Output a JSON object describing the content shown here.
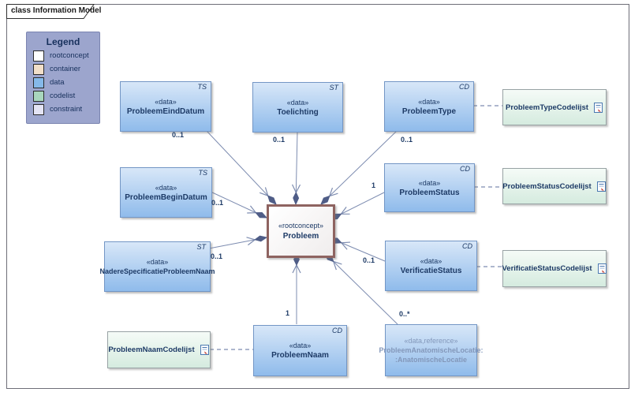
{
  "frame": {
    "label": "class Information Model"
  },
  "legend": {
    "title": "Legend",
    "items": [
      {
        "label": "rootconcept",
        "color": "#ffffff"
      },
      {
        "label": "container",
        "color": "#f2dfc9"
      },
      {
        "label": "data",
        "color": "#85b9e9"
      },
      {
        "label": "codelist",
        "color": "#a8d6bd"
      },
      {
        "label": "constraint",
        "color": "#e4e4f4"
      }
    ]
  },
  "root": {
    "stereotype": "«rootconcept»",
    "name": "Probleem"
  },
  "nodes": [
    {
      "stereotype": "«data»",
      "name": "ProbleemEindDatum",
      "tag": "TS",
      "multiplicity": "0..1"
    },
    {
      "stereotype": "«data»",
      "name": "Toelichting",
      "tag": "ST",
      "multiplicity": "0..1"
    },
    {
      "stereotype": "«data»",
      "name": "ProbleemType",
      "tag": "CD",
      "multiplicity": "0..1"
    },
    {
      "stereotype": "«data»",
      "name": "ProbleemBeginDatum",
      "tag": "TS",
      "multiplicity": "0..1"
    },
    {
      "stereotype": "«data»",
      "name": "ProbleemStatus",
      "tag": "CD",
      "multiplicity": "1"
    },
    {
      "stereotype": "«data»",
      "name": "NadereSpecificatieProbleemNaam",
      "tag": "ST",
      "multiplicity": "0..1"
    },
    {
      "stereotype": "«data»",
      "name": "VerificatieStatus",
      "tag": "CD",
      "multiplicity": "0..1"
    },
    {
      "stereotype": "«data»",
      "name": "ProbleemNaam",
      "tag": "CD",
      "multiplicity": "1"
    },
    {
      "stereotype": "«data,reference»",
      "name": "ProbleemAnatomischeLocatie:",
      "name2": ":AnatomischeLocatie",
      "tag": "",
      "multiplicity": "0..*"
    }
  ],
  "codelists": [
    {
      "name": "ProbleemTypeCodelijst"
    },
    {
      "name": "ProbleemStatusCodelijst"
    },
    {
      "name": "VerificatieStatusCodelijst"
    },
    {
      "name": "ProbleemNaamCodelijst"
    }
  ],
  "colors": {
    "data_fill": "#8fbbeb",
    "data_border": "#7396c5",
    "codelist_fill": "#d5ebdf",
    "root_border": "#8e6360",
    "connector": "#7d8cb0",
    "diamond": "#4f5d87",
    "text": "#1d3a66",
    "reference_text": "#8297ba",
    "legend_bg": "#9ca5cd"
  }
}
